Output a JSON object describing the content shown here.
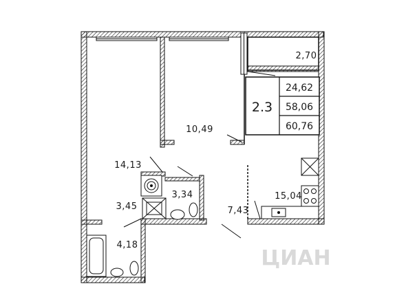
{
  "plan": {
    "unit_number": "2.3",
    "areas": {
      "living": "24,62",
      "total": "58,06",
      "total_with_balcony": "60,76"
    },
    "rooms": [
      {
        "id": "balcony",
        "area": "2,70"
      },
      {
        "id": "room-small",
        "area": "10,49"
      },
      {
        "id": "room-large",
        "area": "14,13"
      },
      {
        "id": "hall",
        "area": "3,45"
      },
      {
        "id": "wc",
        "area": "3,34"
      },
      {
        "id": "corridor",
        "area": "7,43"
      },
      {
        "id": "kitchen",
        "area": "15,04"
      },
      {
        "id": "bathroom",
        "area": "4,18"
      }
    ]
  },
  "watermark": {
    "text": "ЦИАН"
  },
  "colors": {
    "wall": "#111111",
    "hatch": "#222222",
    "background": "#ffffff",
    "watermark": "#d9d9d9"
  }
}
